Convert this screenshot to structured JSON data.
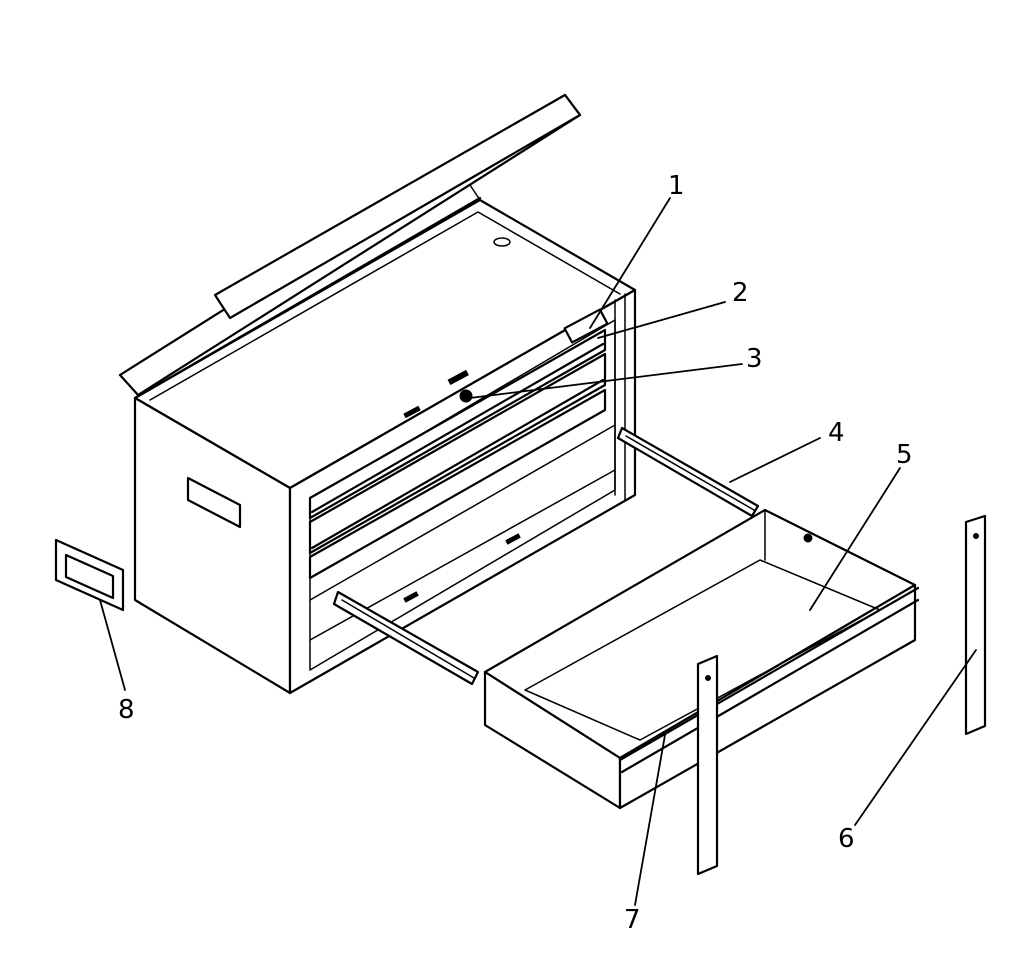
{
  "callouts": [
    {
      "label": "1"
    },
    {
      "label": "2"
    },
    {
      "label": "3"
    },
    {
      "label": "4"
    },
    {
      "label": "5"
    },
    {
      "label": "6"
    },
    {
      "label": "7"
    },
    {
      "label": "8"
    }
  ],
  "colors": {
    "line": "#000000",
    "background": "#ffffff"
  }
}
